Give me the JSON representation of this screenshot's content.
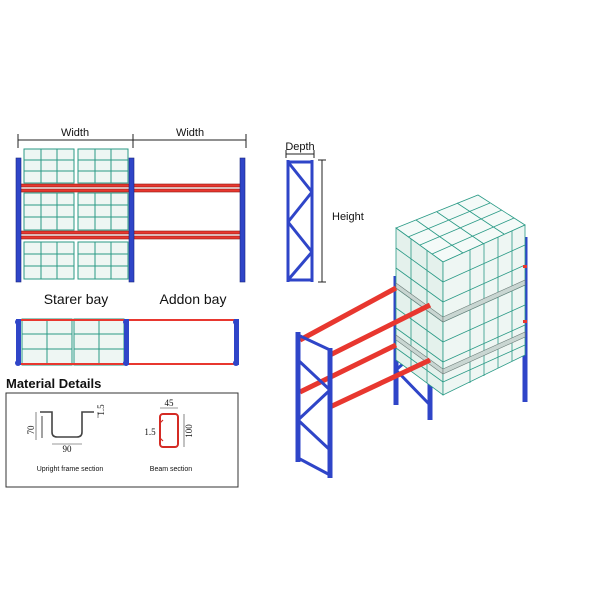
{
  "front_view": {
    "width_label_1": "Width",
    "width_label_2": "Width",
    "starter_bay_label": "Starer bay",
    "addon_bay_label": "Addon bay"
  },
  "side_view": {
    "depth_label": "Depth",
    "height_label": "Height"
  },
  "material_details": {
    "title": "Material Details",
    "upright": {
      "caption": "Upright frame section",
      "dim_width": "90",
      "dim_height": "70",
      "dim_thickness": "1.5"
    },
    "beam": {
      "caption": "Beam section",
      "dim_width": "45",
      "dim_height": "100",
      "dim_thickness": "1.5"
    }
  },
  "colors": {
    "upright": "#2f45c8",
    "beam": "#e8372f",
    "pallet_load": "#2a9a86",
    "load_fill": "#eef6f3",
    "outline": "#222222"
  }
}
